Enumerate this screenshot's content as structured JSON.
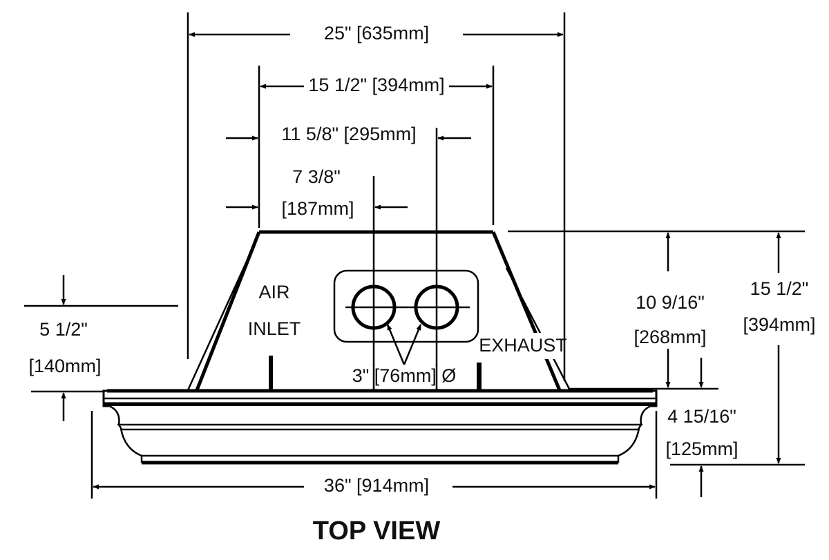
{
  "title": "TOP VIEW",
  "labels": {
    "air_inlet_1": "AIR",
    "air_inlet_2": "INLET",
    "exhaust": "EXHAUST",
    "pipe_diameter": "3\" [76mm] Ø"
  },
  "dimensions": {
    "overall_top": "25\" [635mm]",
    "top_width": "15 1/2\" [394mm]",
    "pipe_offset_far": "11 5/8\" [295mm]",
    "pipe_offset_near_in": "7 3/8\"",
    "pipe_offset_near_mm": "[187mm]",
    "left_height_in": "5 1/2\"",
    "left_height_mm": "[140mm]",
    "base_width": "36\" [914mm]",
    "upper_height_in": "10 9/16\"",
    "upper_height_mm": "[268mm]",
    "total_height_in": "15 1/2\"",
    "total_height_mm": "[394mm]",
    "base_height_in": "4 15/16\"",
    "base_height_mm": "[125mm]"
  }
}
